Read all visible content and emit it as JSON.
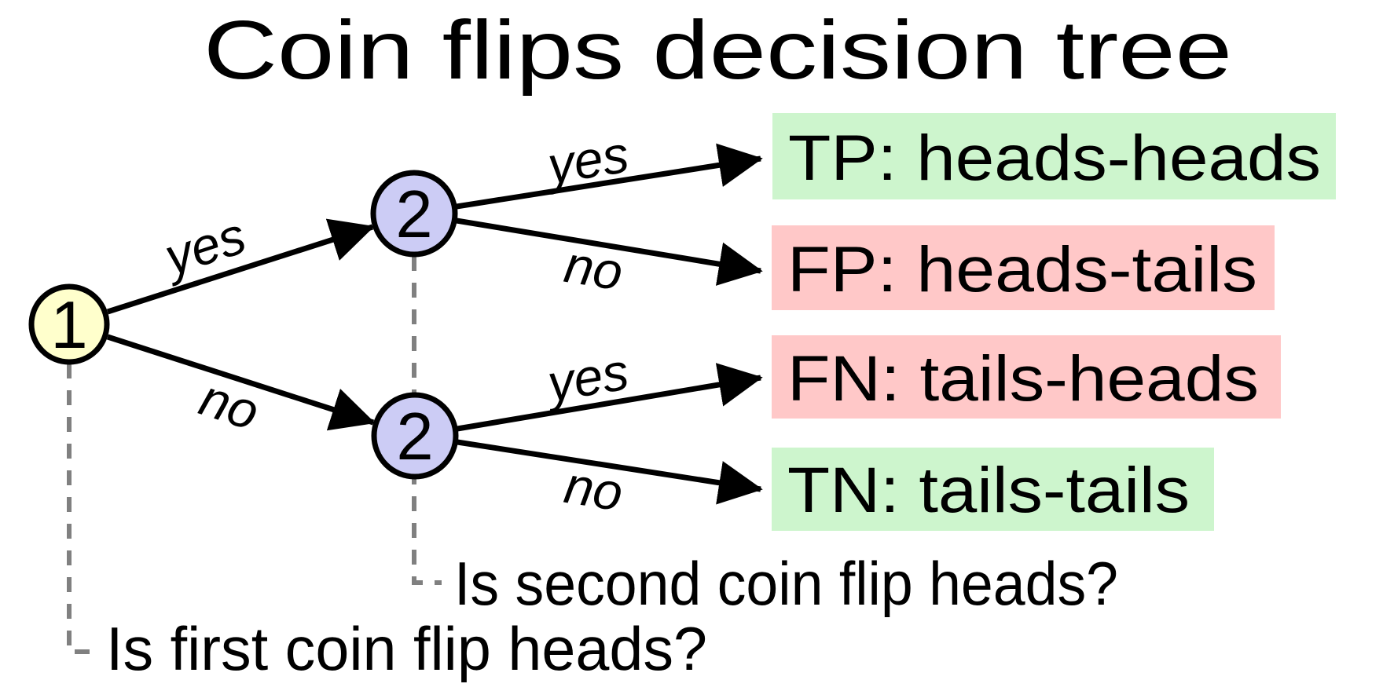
{
  "title": "Coin flips decision tree",
  "colors": {
    "node1_fill": "#ffffcc",
    "node2_fill": "#ccccf5",
    "positive_leaf_bg": "#cdf5cd",
    "negative_leaf_bg": "#ffc8c8",
    "edge_color": "#000000",
    "dashed_guide_color": "#808080"
  },
  "nodes": [
    {
      "id": "1",
      "label": "1",
      "fill": "#ffffcc"
    },
    {
      "id": "2-top",
      "label": "2",
      "fill": "#ccccf5"
    },
    {
      "id": "2-bottom",
      "label": "2",
      "fill": "#ccccf5"
    }
  ],
  "questions": [
    {
      "for_node": "1",
      "text": "Is first coin flip heads?"
    },
    {
      "for_node": "2",
      "text": "Is second coin flip heads?"
    }
  ],
  "edges": [
    {
      "from": "1",
      "to": "2-top",
      "label": "yes"
    },
    {
      "from": "1",
      "to": "2-bottom",
      "label": "no"
    },
    {
      "from": "2-top",
      "to": "TP",
      "label": "yes"
    },
    {
      "from": "2-top",
      "to": "FP",
      "label": "no"
    },
    {
      "from": "2-bottom",
      "to": "FN",
      "label": "yes"
    },
    {
      "from": "2-bottom",
      "to": "TN",
      "label": "no"
    }
  ],
  "leaves": [
    {
      "id": "TP",
      "label": "TP: heads-heads",
      "fill": "#cdf5cd"
    },
    {
      "id": "FP",
      "label": "FP: heads-tails",
      "fill": "#ffc8c8"
    },
    {
      "id": "FN",
      "label": "FN: tails-heads",
      "fill": "#ffc8c8"
    },
    {
      "id": "TN",
      "label": "TN: tails-tails",
      "fill": "#cdf5cd"
    }
  ]
}
